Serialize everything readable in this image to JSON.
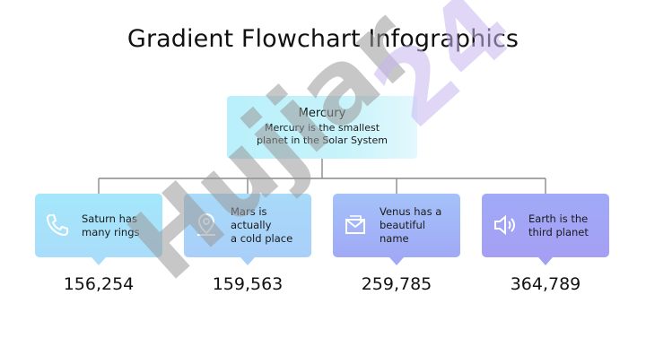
{
  "title": "Gradient Flowchart Infographics",
  "root": {
    "title": "Mercury",
    "subtitle_line1": "Mercury is the smallest",
    "subtitle_line2": "planet in the Solar System"
  },
  "cards": [
    {
      "icon": "phone-icon",
      "line1": "Saturn has",
      "line2": "many rings",
      "line3": "",
      "number": "156,254",
      "color": "#a6e3fb"
    },
    {
      "icon": "location-pin-icon",
      "line1": "Mars is actually",
      "line2": "a cold place",
      "line3": "",
      "number": "159,563",
      "color": "#a9d6fa"
    },
    {
      "icon": "mail-icon",
      "line1": "Venus has a",
      "line2": "beautiful",
      "line3": "name",
      "number": "259,785",
      "color": "#a4b6f8"
    },
    {
      "icon": "speaker-icon",
      "line1": "Earth is the",
      "line2": "third planet",
      "line3": "",
      "number": "364,789",
      "color": "#a3a6f4"
    }
  ],
  "watermark": "Hujiar24",
  "colors": {
    "connector": "#8a8a8a",
    "watermark_gray": "#9a9a9a",
    "watermark_purple": "#c7b8f2"
  }
}
